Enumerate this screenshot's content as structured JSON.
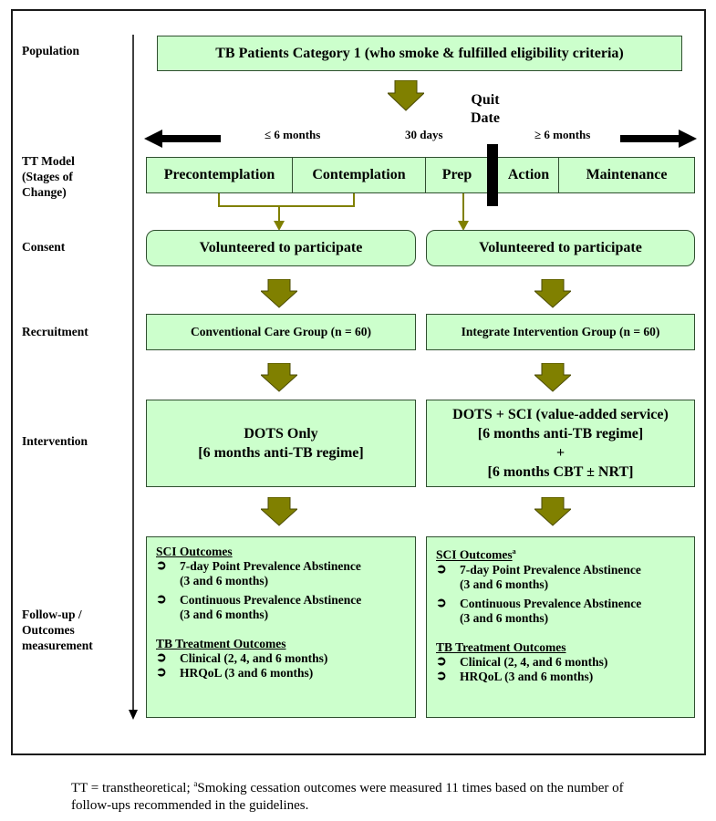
{
  "labels": {
    "population": "Population",
    "tt_model": [
      "TT Model",
      "(Stages of",
      "Change)"
    ],
    "consent": "Consent",
    "recruitment": "Recruitment",
    "intervention": "Intervention",
    "followup": [
      "Follow-up /",
      "Outcomes",
      "measurement"
    ]
  },
  "population_box": "TB Patients Category 1 (who smoke & fulfilled eligibility criteria)",
  "quit_date": [
    "Quit",
    "Date"
  ],
  "timeline": {
    "left": "≤ 6 months",
    "middle": "30 days",
    "right": "≥ 6 months"
  },
  "stages": [
    "Precontemplation",
    "Contemplation",
    "Prep",
    "Action",
    "Maintenance"
  ],
  "consent": {
    "left": "Volunteered to participate",
    "right": "Volunteered to participate"
  },
  "recruitment": {
    "left": "Conventional Care Group (n = 60)",
    "right": "Integrate Intervention Group (n = 60)"
  },
  "intervention": {
    "left": [
      "DOTS Only",
      "[6 months anti-TB regime]"
    ],
    "right": [
      "DOTS + SCI (value-added service)",
      "[6 months anti-TB regime]",
      "+",
      "[6 months CBT ± NRT]"
    ]
  },
  "outcomes": {
    "sci_heading": "SCI Outcomes",
    "sci_sup": "a",
    "sci_items": [
      [
        "7-day Point Prevalence Abstinence",
        "(3 and 6 months)"
      ],
      [
        "Continuous Prevalence Abstinence",
        "(3 and 6 months)"
      ]
    ],
    "tb_heading": "TB Treatment Outcomes",
    "tb_items": [
      "Clinical (2, 4, and 6 months)",
      "HRQoL (3 and 6 months)"
    ],
    "bullet_icon": "➲"
  },
  "footnote": {
    "a": "TT = transtheoretical; ",
    "sup": "a",
    "b": "Smoking cessation outcomes were measured 11 times based on the number of follow-ups recommended in the guidelines."
  },
  "colors": {
    "box_fill": "#ccffcc",
    "arrow_fill": "#808000",
    "border": "#2f4f2f"
  }
}
